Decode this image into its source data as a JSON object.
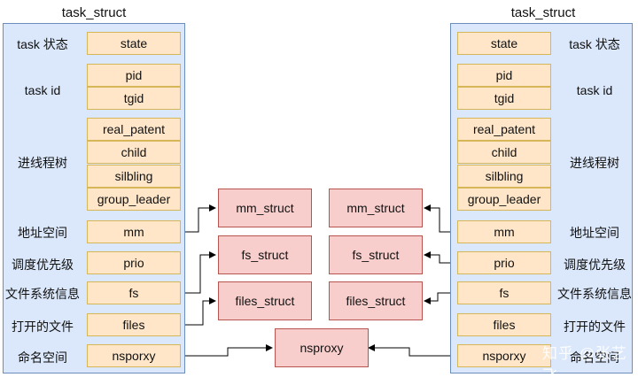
{
  "left": {
    "title": "task_struct",
    "labels": {
      "state": "task 状态",
      "task_id": "task id",
      "tree": "进线程树",
      "addr": "地址空间",
      "sched": "调度优先级",
      "fsinfo": "文件系统信息",
      "files": "打开的文件",
      "ns": "命名空间"
    },
    "fields": {
      "state": "state",
      "pid": "pid",
      "tgid": "tgid",
      "real_parent": "real_patent",
      "child": "child",
      "sibling": "silbling",
      "group_leader": "group_leader",
      "mm": "mm",
      "prio": "prio",
      "fs": "fs",
      "files": "files",
      "nsproxy": "nsporxy"
    }
  },
  "right": {
    "title": "task_struct",
    "labels": {
      "state": "task 状态",
      "task_id": "task id",
      "tree": "进线程树",
      "addr": "地址空间",
      "sched": "调度优先级",
      "fsinfo": "文件系统信息",
      "files": "打开的文件",
      "ns": "命名空间"
    },
    "fields": {
      "state": "state",
      "pid": "pid",
      "tgid": "tgid",
      "real_parent": "real_patent",
      "child": "child",
      "sibling": "silbling",
      "group_leader": "group_leader",
      "mm": "mm",
      "prio": "prio",
      "fs": "fs",
      "files": "files",
      "nsproxy": "nsporxy"
    }
  },
  "shared": {
    "left_mm": "mm_struct",
    "left_fs": "fs_struct",
    "left_files": "files_struct",
    "right_mm": "mm_struct",
    "right_fs": "fs_struct",
    "right_files": "files_struct",
    "nsproxy": "nsproxy"
  },
  "watermark": "知乎 @张艺飞",
  "colors": {
    "panel_fill": "#dbe8fb",
    "panel_border": "#6c8ebf",
    "field_fill": "#ffe6c9",
    "field_border": "#d6b656",
    "box_fill": "#f8cecc",
    "box_border": "#b85450"
  }
}
